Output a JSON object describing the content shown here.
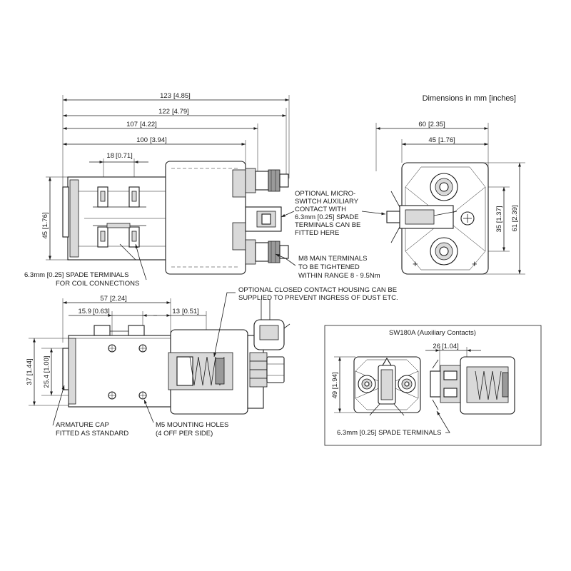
{
  "header": {
    "units_note": "Dimensions in mm [inches]"
  },
  "dimensions": {
    "d123": "123",
    "d123_in": "4.85",
    "d122": "122",
    "d122_in": "4.79",
    "d107": "107",
    "d107_in": "4.22",
    "d100": "100",
    "d100_in": "3.94",
    "d18": "18",
    "d18_in": "0.71",
    "d45": "45",
    "d45_in": "1.76",
    "d60": "60",
    "d60_in": "2.35",
    "d45b": "45",
    "d45b_in": "1.76",
    "d35": "35",
    "d35_in": "1.37",
    "d61": "61",
    "d61_in": "2.39",
    "d57": "57",
    "d57_in": "2.24",
    "d15_9": "15.9",
    "d15_9_in": "0.63",
    "d13": "13",
    "d13_in": "0.51",
    "d37": "37",
    "d37_in": "1.44",
    "d25_4": "25.4",
    "d25_4_in": "1.00",
    "d49": "49",
    "d49_in": "1.94",
    "d26": "26",
    "d26_in": "1.04"
  },
  "callouts": {
    "micro_switch": [
      "OPTIONAL MICRO-",
      "SWITCH AUXILIARY",
      "CONTACT WITH",
      "6.3mm [0.25] SPADE",
      "TERMINALS CAN BE",
      "FITTED HERE"
    ],
    "main_terminals": [
      "M8 MAIN TERMINALS",
      "TO BE TIGHTENED",
      "WITHIN RANGE 8 - 9.5Nm"
    ],
    "coil_spade": [
      "6.3mm [0.25] SPADE TERMINALS",
      "FOR COIL CONNECTIONS"
    ],
    "closed_housing": [
      "OPTIONAL CLOSED CONTACT HOUSING CAN BE",
      "SUPPLIED TO PREVENT INGRESS OF DUST ETC."
    ],
    "armature_cap": [
      "ARMATURE CAP",
      "FITTED AS STANDARD"
    ],
    "mounting_holes": [
      "M5 MOUNTING HOLES",
      "(4 OFF PER SIDE)"
    ],
    "aux_spade": "6.3mm [0.25] SPADE TERMINALS"
  },
  "inset": {
    "title": "SW180A (Auxiliary Contacts)"
  }
}
